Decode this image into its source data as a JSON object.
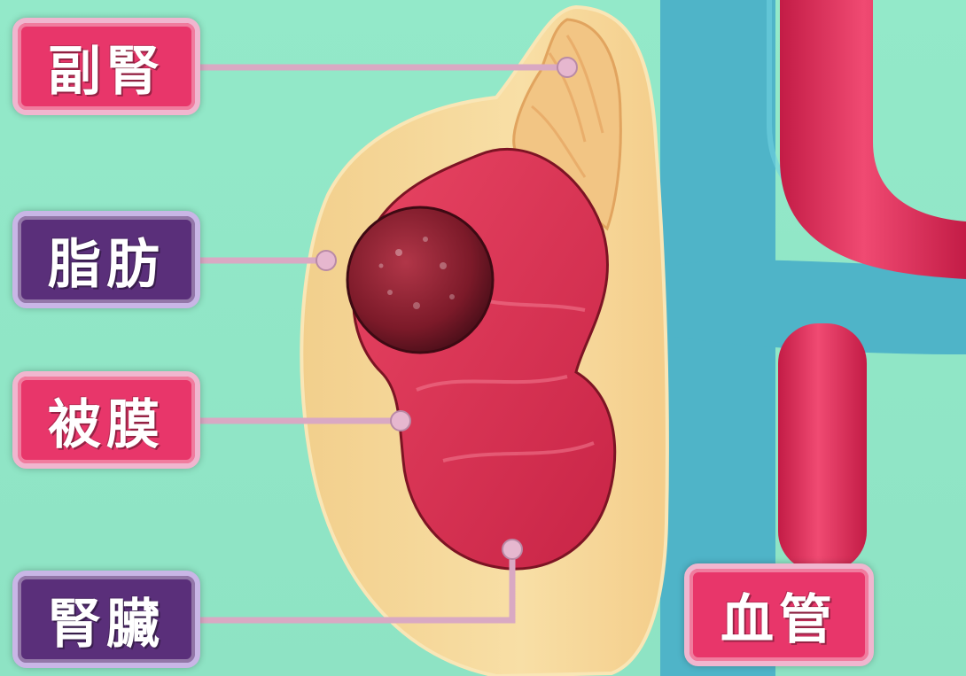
{
  "labels": {
    "adrenal": "副腎",
    "fat": "脂肪",
    "capsule": "被膜",
    "kidney": "腎臟",
    "vessel": "血管"
  },
  "colors": {
    "background": "#8fe6c6",
    "label_pink": "#e8366a",
    "label_purple": "#5a2f7a",
    "fat_layer": "#f6d79a",
    "kidney": "#d8324e",
    "tumor": "#8a1e2c",
    "adrenal_gland": "#f1c483",
    "vein": "#4fb5c8",
    "artery": "#e02a58",
    "leader_line": "#d9a9c3"
  }
}
